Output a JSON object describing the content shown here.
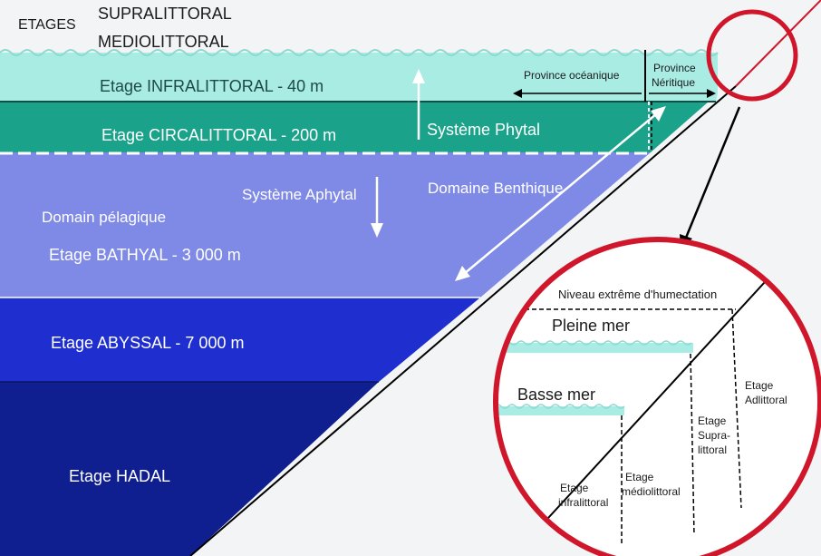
{
  "header": {
    "etages": "ETAGES",
    "supralittoral": "SUPRALITTORAL",
    "mediolittoral": "MEDIOLITTORAL"
  },
  "zones": {
    "infralittoral": "Etage INFRALITTORAL - 40 m",
    "circalittoral": "Etage CIRCALITTORAL - 200 m",
    "bathyal": "Etage BATHYAL - 3 000 m",
    "abyssal": "Etage ABYSSAL - 7 000 m",
    "hadal": "Etage HADAL"
  },
  "labels": {
    "province_oceanique": "Province océanique",
    "province_neritique_1": "Province",
    "province_neritique_2": "Néritique",
    "systeme_phytal": "Système Phytal",
    "systeme_aphytal": "Système Aphytal",
    "domaine_benthique": "Domaine Benthique",
    "domain_pelagique": "Domain pélagique"
  },
  "inset": {
    "niveau_extreme": "Niveau extrême d'humectation",
    "pleine_mer": "Pleine mer",
    "basse_mer": "Basse mer",
    "adlittoral_1": "Etage",
    "adlittoral_2": "Adlittoral",
    "supra_1": "Etage",
    "supra_2": "Supra-",
    "supra_3": "littoral",
    "medio_1": "Etage",
    "medio_2": "médiolittoral",
    "infra_1": "Etage",
    "infra_2": "infralittoral"
  },
  "colors": {
    "infralittoral": "#a9ece4",
    "circalittoral": "#1aa38a",
    "bathyal": "#7f8ae6",
    "abyssal": "#1f2fcf",
    "hadal": "#0f1f8f",
    "circle": "#d0162a",
    "slope": "#000000"
  }
}
